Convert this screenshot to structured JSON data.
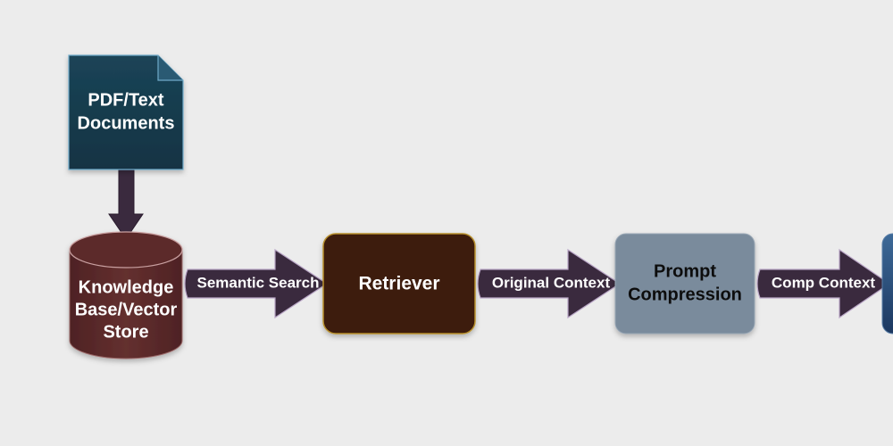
{
  "diagram": {
    "nodes": {
      "documents": {
        "line1": "PDF/Text",
        "line2": "Documents",
        "fill": "#163c4e",
        "stroke": "#6ea9c8",
        "text_color": "#ffffff"
      },
      "knowledge_base": {
        "line1": "Knowledge",
        "line2": "Base/Vector",
        "line3": "Store",
        "fill": "#5b2a2c",
        "text_color": "#ffffff"
      },
      "retriever": {
        "label": "Retriever",
        "fill": "#3d1f0c",
        "stroke": "#b8902e",
        "text_color": "#ffffff"
      },
      "prompt_compression": {
        "line1": "Prompt",
        "line2": "Compression",
        "fill": "#7a8b9c",
        "text_color": "#0d0d0d"
      },
      "next_node": {
        "fill": "#24466f"
      }
    },
    "edges": {
      "documents_to_kb": {
        "fill": "#3a2a3e"
      },
      "semantic_search": {
        "label": "Semantic Search",
        "fill": "#3a2a3e",
        "text_color": "#ffffff"
      },
      "original_context": {
        "label": "Original Context",
        "fill": "#3a2a3e",
        "text_color": "#ffffff"
      },
      "comp_context": {
        "label": "Comp Context",
        "fill": "#3a2a3e",
        "text_color": "#ffffff"
      }
    }
  }
}
